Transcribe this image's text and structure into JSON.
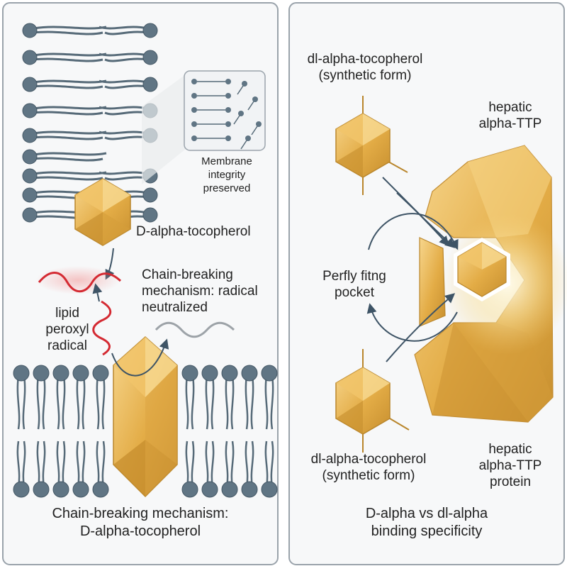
{
  "left_panel": {
    "inset_label": [
      "Membrane",
      "integrity",
      "preserved"
    ],
    "vitamin_label": "D-alpha-tocopherol",
    "mechanism_label": [
      "Chain-breaking",
      "mechanism: radical",
      "neutralized"
    ],
    "radical_label": [
      "lipid",
      "peroxyl",
      "radical"
    ],
    "caption": [
      "Chain-breaking mechanism:",
      "D-alpha-tocopherol"
    ]
  },
  "right_panel": {
    "top_form_label": [
      "dl-alpha-tocopherol",
      "(synthetic form)"
    ],
    "protein_label_top": [
      "hepatic",
      "alpha-TTP"
    ],
    "pocket_label": [
      "Perfly fitng",
      "pocket"
    ],
    "bottom_form_label": [
      "dl-alpha-tocopherol",
      "(synthetic form)"
    ],
    "protein_label_bottom": [
      "hepatic",
      "alpha-TTP",
      "protein"
    ],
    "caption": [
      "D-alpha vs dl-alpha",
      "binding specificity"
    ]
  },
  "colors": {
    "panel_border": "#9aa3ab",
    "panel_bg": "#f7f8f9",
    "lipid_head": "#607584",
    "lipid_tail": "#566a78",
    "gold": "#e6b04a",
    "gold_light": "#f6d58a",
    "gold_dark": "#b9862c",
    "radical": "#d42a32",
    "neutral_wave": "#9da3a8",
    "arrow": "#3e5466"
  }
}
